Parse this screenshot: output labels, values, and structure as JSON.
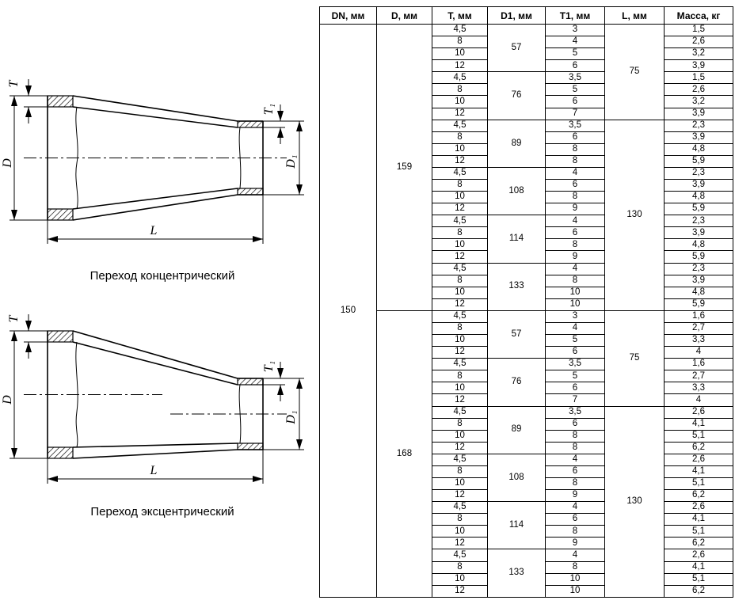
{
  "drawings": {
    "concentric": {
      "caption": "Переход концентрический",
      "labels": {
        "t": "T",
        "t1": "T₁",
        "d": "D",
        "d1": "D₁",
        "l": "L"
      }
    },
    "eccentric": {
      "caption": "Переход эксцентрический",
      "labels": {
        "t": "T",
        "t1": "T₁",
        "d": "D",
        "d1": "D₁",
        "l": "L"
      }
    }
  },
  "table": {
    "headers": [
      "DN, мм",
      "D, мм",
      "T, мм",
      "D1, мм",
      "T1, мм",
      "L, мм",
      "Масса, кг"
    ],
    "dn": "150",
    "groups": [
      {
        "d": "159",
        "l_groups": [
          {
            "l": "75",
            "d1_groups": [
              {
                "d1": "57",
                "rows": [
                  [
                    "4,5",
                    "3",
                    "1,5"
                  ],
                  [
                    "8",
                    "4",
                    "2,6"
                  ],
                  [
                    "10",
                    "5",
                    "3,2"
                  ],
                  [
                    "12",
                    "6",
                    "3,9"
                  ]
                ]
              },
              {
                "d1": "76",
                "rows": [
                  [
                    "4,5",
                    "3,5",
                    "1,5"
                  ],
                  [
                    "8",
                    "5",
                    "2,6"
                  ],
                  [
                    "10",
                    "6",
                    "3,2"
                  ],
                  [
                    "12",
                    "7",
                    "3,9"
                  ]
                ]
              }
            ]
          },
          {
            "l": "130",
            "d1_groups": [
              {
                "d1": "89",
                "rows": [
                  [
                    "4,5",
                    "3,5",
                    "2,3"
                  ],
                  [
                    "8",
                    "6",
                    "3,9"
                  ],
                  [
                    "10",
                    "8",
                    "4,8"
                  ],
                  [
                    "12",
                    "8",
                    "5,9"
                  ]
                ]
              },
              {
                "d1": "108",
                "rows": [
                  [
                    "4,5",
                    "4",
                    "2,3"
                  ],
                  [
                    "8",
                    "6",
                    "3,9"
                  ],
                  [
                    "10",
                    "8",
                    "4,8"
                  ],
                  [
                    "12",
                    "9",
                    "5,9"
                  ]
                ]
              },
              {
                "d1": "114",
                "rows": [
                  [
                    "4,5",
                    "4",
                    "2,3"
                  ],
                  [
                    "8",
                    "6",
                    "3,9"
                  ],
                  [
                    "10",
                    "8",
                    "4,8"
                  ],
                  [
                    "12",
                    "9",
                    "5,9"
                  ]
                ]
              },
              {
                "d1": "133",
                "rows": [
                  [
                    "4,5",
                    "4",
                    "2,3"
                  ],
                  [
                    "8",
                    "8",
                    "3,9"
                  ],
                  [
                    "10",
                    "10",
                    "4,8"
                  ],
                  [
                    "12",
                    "10",
                    "5,9"
                  ]
                ]
              }
            ]
          }
        ]
      },
      {
        "d": "168",
        "l_groups": [
          {
            "l": "75",
            "d1_groups": [
              {
                "d1": "57",
                "rows": [
                  [
                    "4,5",
                    "3",
                    "1,6"
                  ],
                  [
                    "8",
                    "4",
                    "2,7"
                  ],
                  [
                    "10",
                    "5",
                    "3,3"
                  ],
                  [
                    "12",
                    "6",
                    "4"
                  ]
                ]
              },
              {
                "d1": "76",
                "rows": [
                  [
                    "4,5",
                    "3,5",
                    "1,6"
                  ],
                  [
                    "8",
                    "5",
                    "2,7"
                  ],
                  [
                    "10",
                    "6",
                    "3,3"
                  ],
                  [
                    "12",
                    "7",
                    "4"
                  ]
                ]
              }
            ]
          },
          {
            "l": "130",
            "d1_groups": [
              {
                "d1": "89",
                "rows": [
                  [
                    "4,5",
                    "3,5",
                    "2,6"
                  ],
                  [
                    "8",
                    "6",
                    "4,1"
                  ],
                  [
                    "10",
                    "8",
                    "5,1"
                  ],
                  [
                    "12",
                    "8",
                    "6,2"
                  ]
                ]
              },
              {
                "d1": "108",
                "rows": [
                  [
                    "4,5",
                    "4",
                    "2,6"
                  ],
                  [
                    "8",
                    "6",
                    "4,1"
                  ],
                  [
                    "10",
                    "8",
                    "5,1"
                  ],
                  [
                    "12",
                    "9",
                    "6,2"
                  ]
                ]
              },
              {
                "d1": "114",
                "rows": [
                  [
                    "4,5",
                    "4",
                    "2,6"
                  ],
                  [
                    "8",
                    "6",
                    "4,1"
                  ],
                  [
                    "10",
                    "8",
                    "5,1"
                  ],
                  [
                    "12",
                    "9",
                    "6,2"
                  ]
                ]
              },
              {
                "d1": "133",
                "rows": [
                  [
                    "4,5",
                    "4",
                    "2,6"
                  ],
                  [
                    "8",
                    "8",
                    "4,1"
                  ],
                  [
                    "10",
                    "10",
                    "5,1"
                  ],
                  [
                    "12",
                    "10",
                    "6,2"
                  ]
                ]
              }
            ]
          }
        ]
      }
    ]
  }
}
